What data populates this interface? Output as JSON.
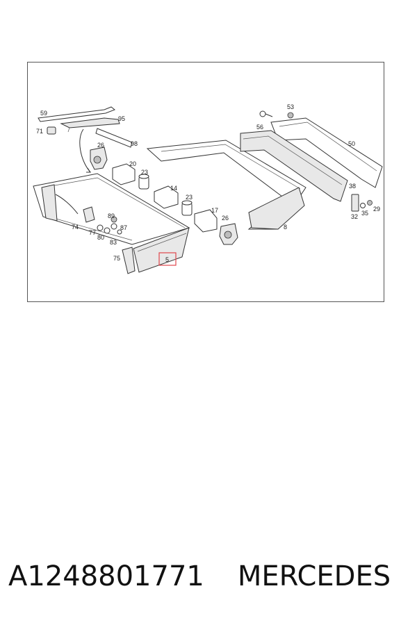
{
  "diagram": {
    "labels": {
      "l59": "59",
      "l95": "95",
      "l71": "71",
      "l98": "98",
      "l26a": "26",
      "l20": "20",
      "l23a": "23",
      "l14": "14",
      "l23b": "23",
      "l17": "17",
      "l26b": "26",
      "l89": "89",
      "l74": "74",
      "l87": "87",
      "l77": "77",
      "l80": "80",
      "l83": "83",
      "l75": "75",
      "l5": "5",
      "l8": "8",
      "l53": "53",
      "l56": "56",
      "l50": "50",
      "l38": "38",
      "l35": "35",
      "l29": "29",
      "l32": "32"
    },
    "highlighted_part": "5"
  },
  "caption": {
    "part_number": "A1248801771",
    "brand": "MERCEDES"
  }
}
